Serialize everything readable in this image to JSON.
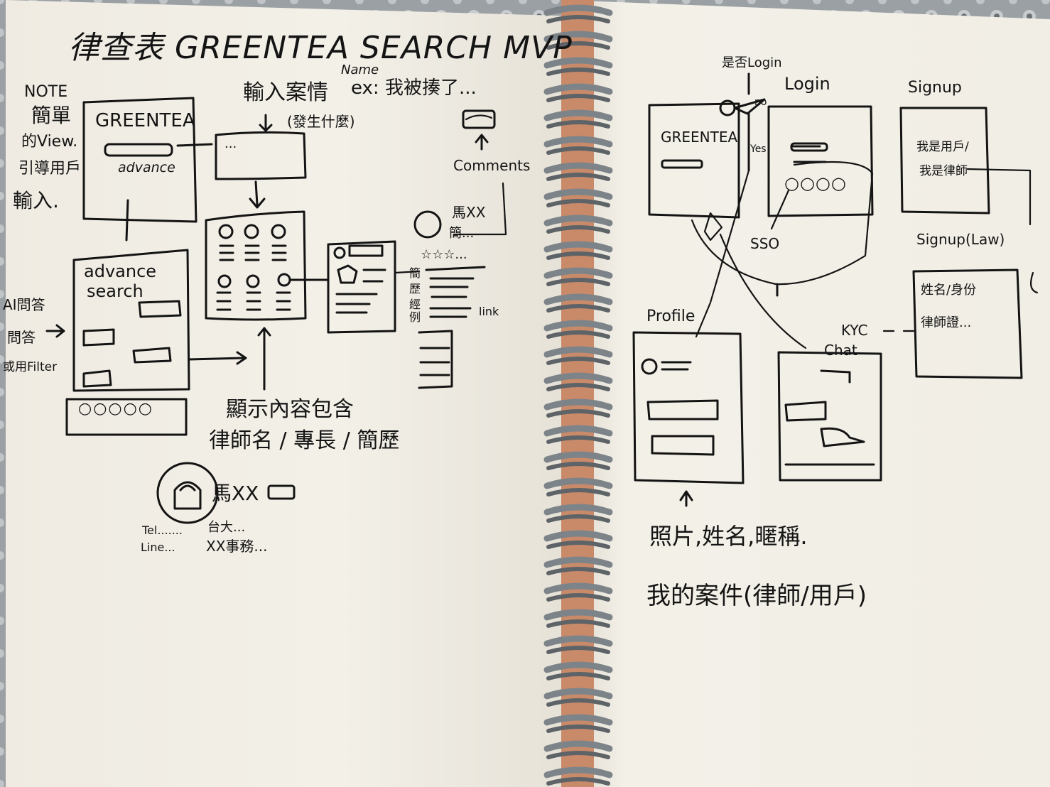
{
  "title": "律查表 GREENTEA SEARCH MVP",
  "left_page": {
    "note": [
      "NOTE",
      "簡單",
      "的View.",
      "引導用戶",
      "輸入."
    ],
    "home_box": {
      "logo": "GREENTEA",
      "advance_link": "advance"
    },
    "case_input": {
      "label": "輸入案情",
      "sublabel": "(發生什麼)",
      "example_prefix": "Name",
      "example": "ex: 我被揍了...",
      "placeholder": "..."
    },
    "comments_label": "Comments",
    "advance_search": {
      "title_line1": "advance",
      "title_line2": "search",
      "pagination": "○○○○○"
    },
    "ai_note": [
      "AI問答",
      "問答",
      "或用Filter"
    ],
    "results_note": [
      "顯示內容包含",
      "律師名 / 專長 / 簡歷"
    ],
    "profile_card": {
      "name": "馬XX",
      "tel": "Tel.......",
      "city": "台大...",
      "line": "Line...",
      "firm": "XX事務..."
    },
    "detail_side": {
      "name": "馬XX",
      "desc": "簡...",
      "stars": "☆☆☆...",
      "rows": [
        "簡",
        "歷",
        "經",
        "例"
      ],
      "link": "link"
    }
  },
  "right_page": {
    "login_question": "是否Login",
    "yes": "no",
    "no": "Yes",
    "home_box": {
      "logo": "GREENTEA"
    },
    "login": {
      "title": "Login",
      "dots": "○○○○",
      "sso": "SSO"
    },
    "signup": {
      "title": "Signup",
      "option1": "我是用戶/",
      "option2": "我是律師"
    },
    "signup_lawyer": {
      "title": "Signup(Law)",
      "line1": "姓名/身份",
      "line2": "律師證..."
    },
    "profile": {
      "title": "Profile"
    },
    "chat": {
      "title": "Chat",
      "kyc": "KYC"
    },
    "profile_note1": "照片,姓名,暱稱.",
    "profile_note2": "我的案件(律師/用戶)"
  },
  "colors": {
    "ink": "#141414",
    "paper": "#f1eee6",
    "ring": "#7d8489",
    "cloth": "#8f9498"
  }
}
